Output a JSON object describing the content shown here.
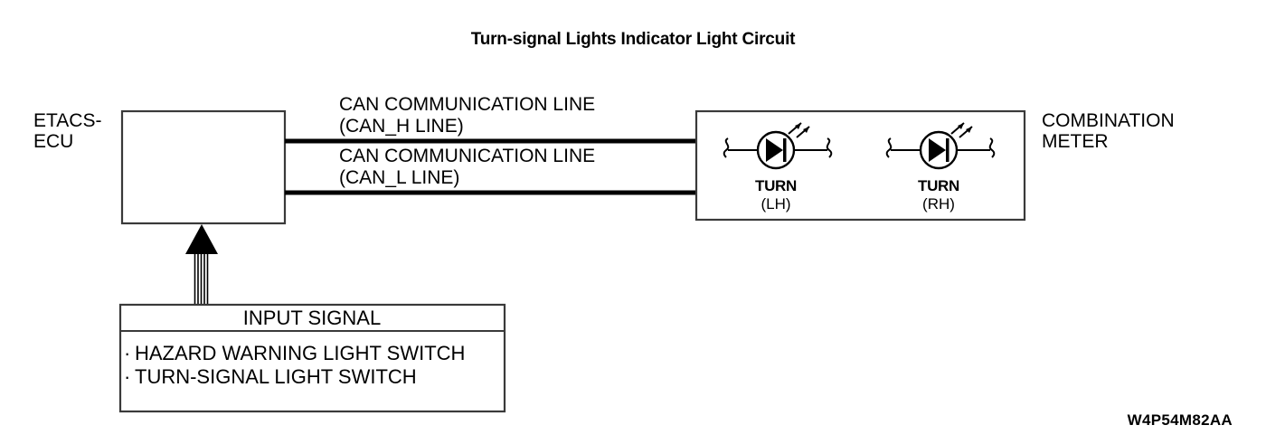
{
  "title": "Turn-signal Lights Indicator Light Circuit",
  "ecu": {
    "label_line1": "ETACS-",
    "label_line2": "ECU"
  },
  "can_lines": [
    {
      "name": "can-h",
      "label_line1": "CAN COMMUNICATION LINE",
      "label_line2": "(CAN_H LINE)"
    },
    {
      "name": "can-l",
      "label_line1": "CAN COMMUNICATION LINE",
      "label_line2": "(CAN_L LINE)"
    }
  ],
  "combination_meter": {
    "label_line1": "COMBINATION",
    "label_line2": "METER",
    "indicators": [
      {
        "name": "TURN",
        "side": "(LH)",
        "icon": "led-indicator-icon"
      },
      {
        "name": "TURN",
        "side": "(RH)",
        "icon": "led-indicator-icon"
      }
    ]
  },
  "input_signal": {
    "header": "INPUT SIGNAL",
    "bullet": "·",
    "items": [
      "HAZARD WARNING LIGHT SWITCH",
      "TURN-SIGNAL LIGHT SWITCH"
    ]
  },
  "figure_code": "W4P54M82AA",
  "colors": {
    "ink": "#000000",
    "box_stroke": "#3a3a3a",
    "background": "#ffffff"
  }
}
